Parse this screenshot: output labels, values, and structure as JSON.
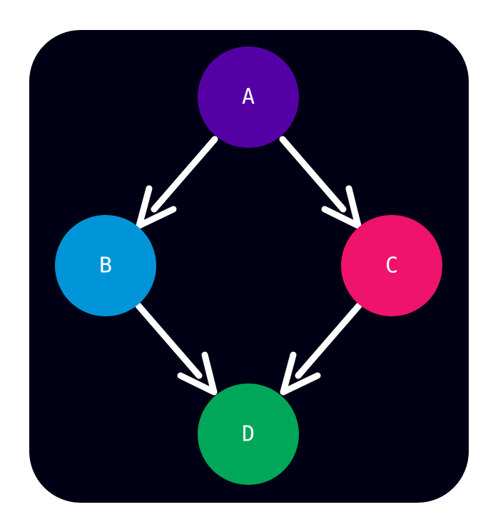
{
  "diagram": {
    "background_color": "#000014",
    "edge_color": "#ffffff",
    "nodes": [
      {
        "id": "A",
        "label": "A",
        "color": "#5500a5"
      },
      {
        "id": "B",
        "label": "B",
        "color": "#0095d9"
      },
      {
        "id": "C",
        "label": "C",
        "color": "#ef136b"
      },
      {
        "id": "D",
        "label": "D",
        "color": "#00a758"
      }
    ],
    "edges": [
      {
        "from": "A",
        "to": "B"
      },
      {
        "from": "A",
        "to": "C"
      },
      {
        "from": "B",
        "to": "D"
      },
      {
        "from": "C",
        "to": "D"
      }
    ]
  }
}
